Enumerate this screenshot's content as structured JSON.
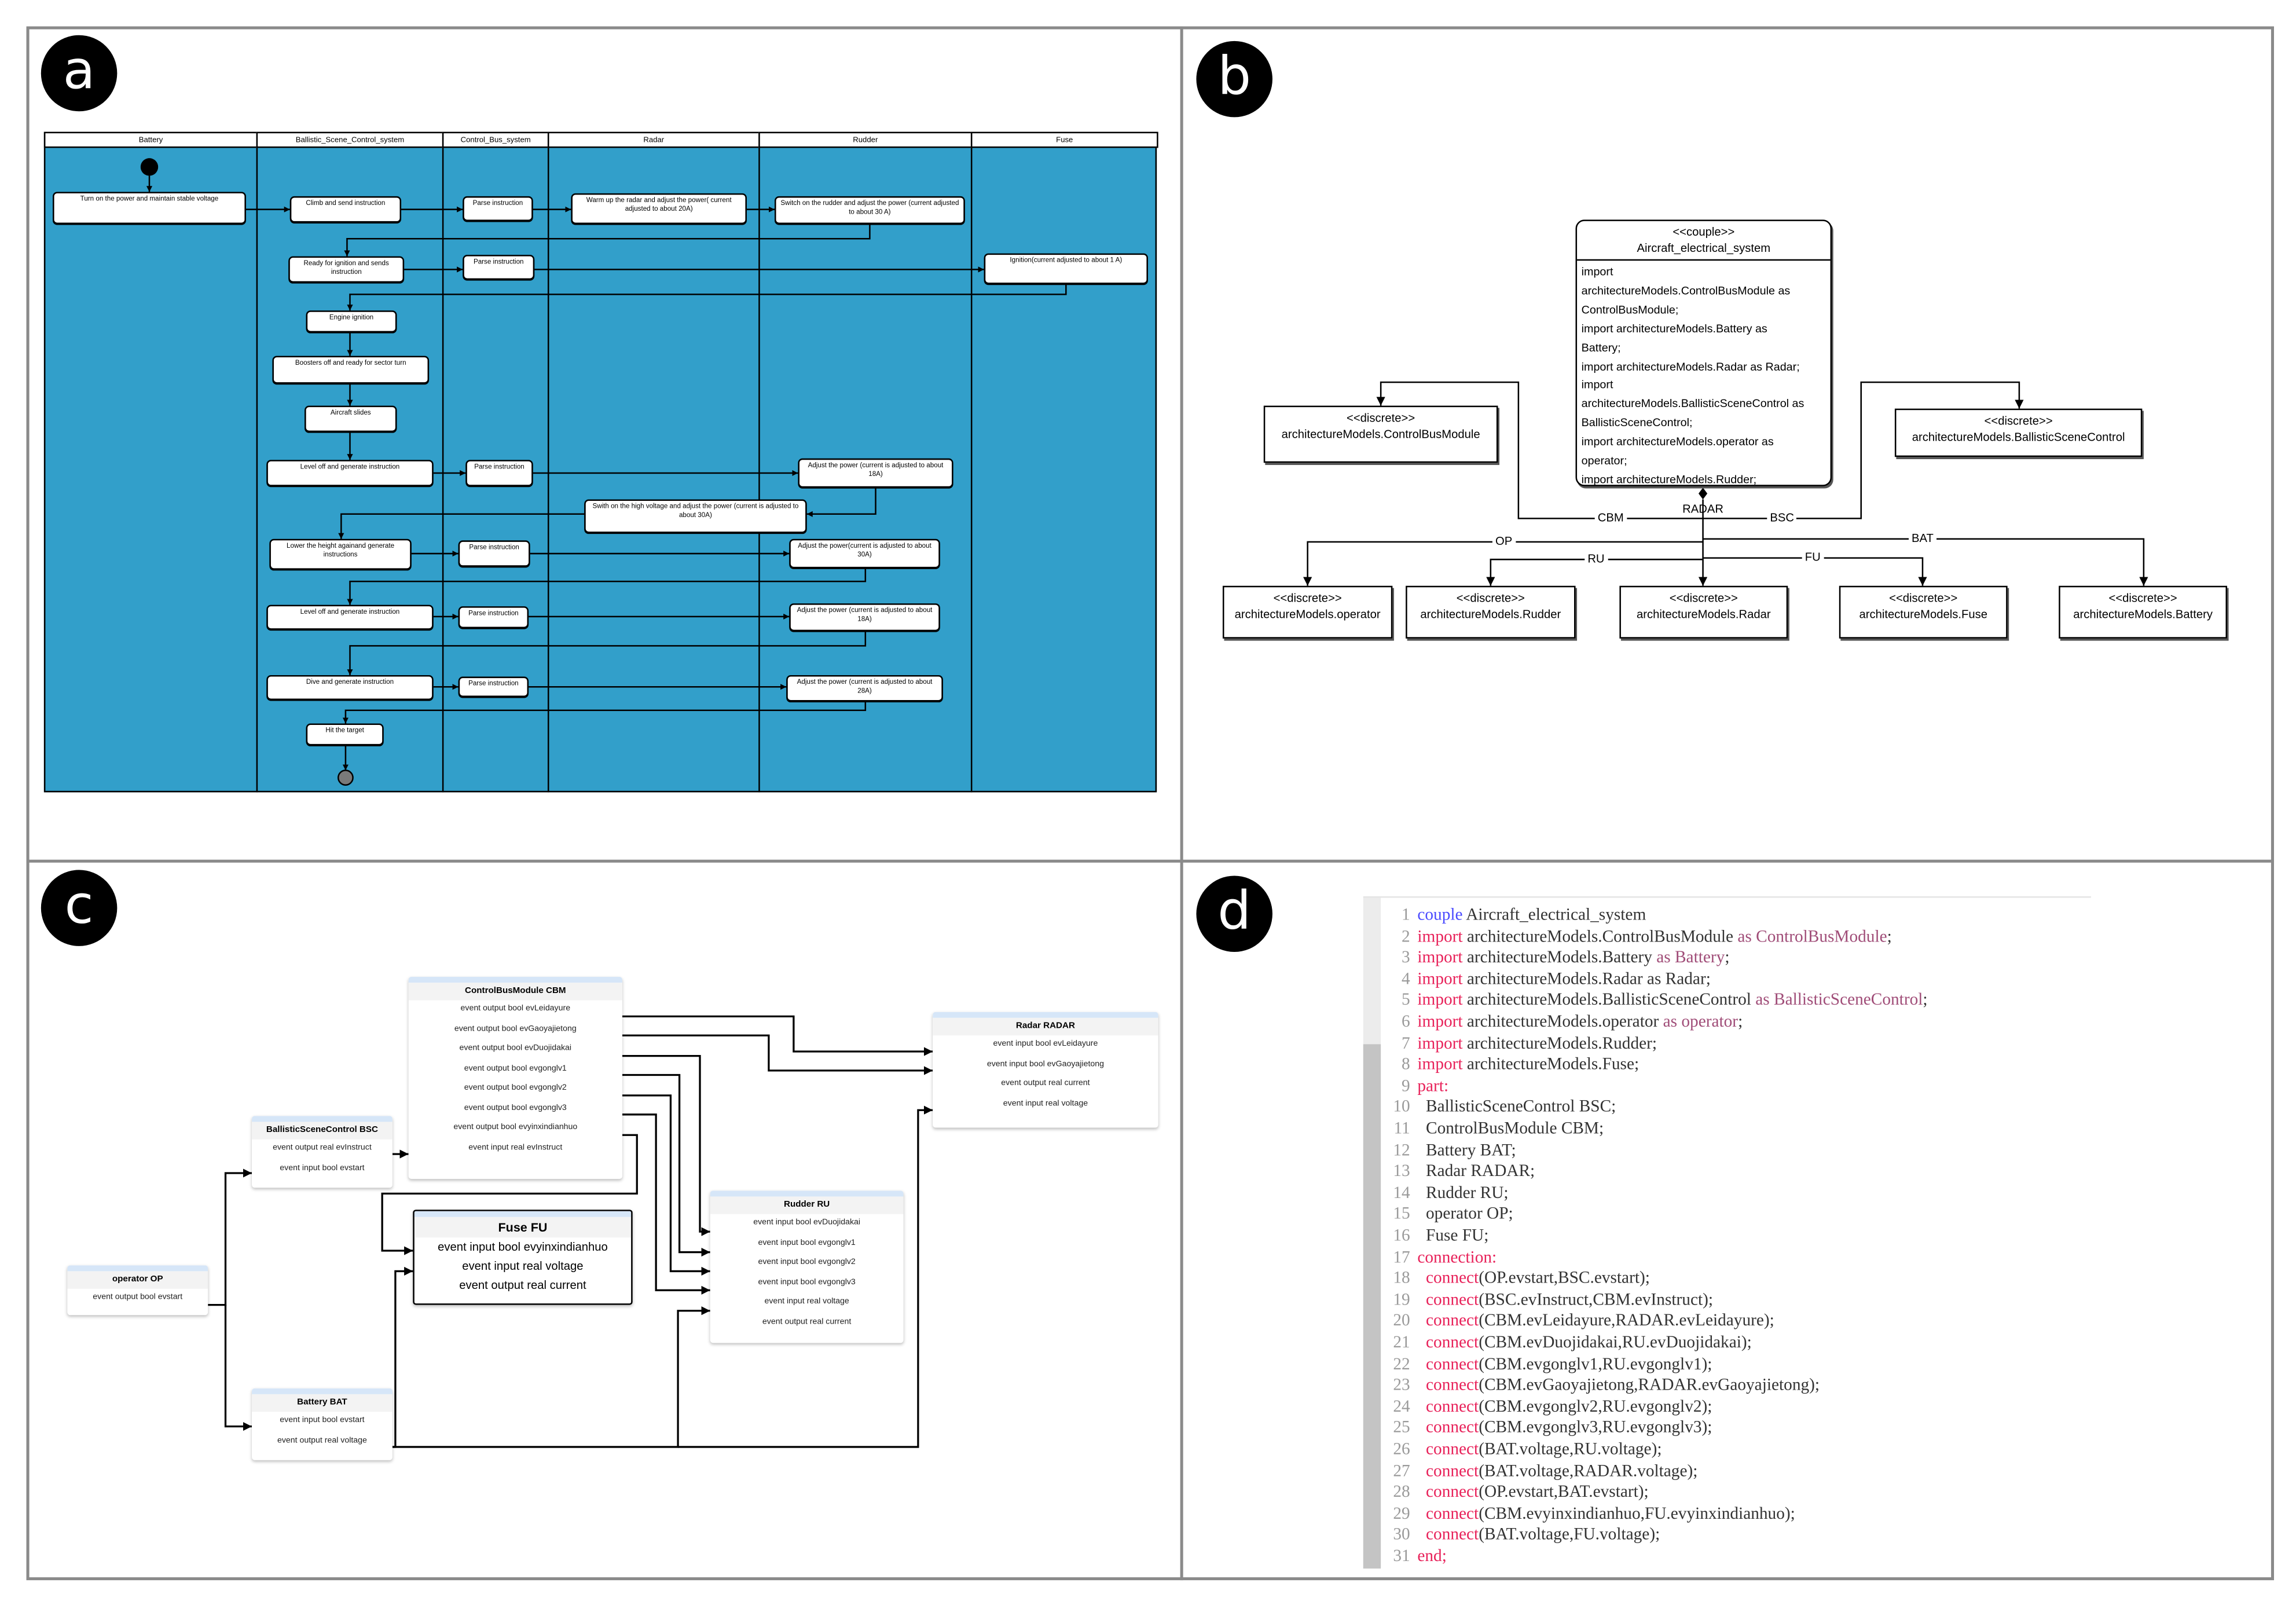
{
  "panel_labels": [
    "a",
    "b",
    "c",
    "d"
  ],
  "panel_a": {
    "lanes": [
      "Battery",
      "Ballistic_Scene_Control_system",
      "Control_Bus_system",
      "Radar",
      "Rudder",
      "Fuse"
    ],
    "lane_color": "#329fca",
    "nodes": [
      "Turn on the power and maintain stable voltage",
      "Climb and send instruction",
      "Parse instruction",
      "Warm up the radar and adjust the power( current adjusted to about 20A)",
      "Switch on the rudder and adjust the power (current adjusted to about 30 A)",
      "Ready for ignition and sends instruction",
      "Parse instruction",
      "Ignition(current adjusted to about 1 A)",
      "Engine ignition",
      "Boosters off and ready for sector turn",
      "Aircraft slides",
      "Level off and generate instruction",
      "Parse instruction",
      "Adjust the power (current is adjusted to about 18A)",
      "Swith on the high voltage and adjust the power (current is adjusted to about 30A)",
      "Lower the height againand generate instructions",
      "Parse instruction",
      "Adjust the power(current is adjusted to about 30A)",
      "Level off and generate instruction",
      "Parse instruction",
      "Adjust the power (current is adjusted to about 18A)",
      "Dive and generate instruction",
      "Parse instruction",
      "Adjust the power (current is adjusted to about 28A)",
      "Hit the target"
    ]
  },
  "panel_b": {
    "main": {
      "stereotype": "<<couple>>",
      "name": "Aircraft_electrical_system",
      "body": [
        "import",
        "architectureModels.ControlBusModule as",
        "ControlBusModule;",
        "import architectureModels.Battery as",
        "Battery;",
        "import architectureModels.Radar as Radar;",
        "import",
        "architectureModels.BallisticSceneControl as",
        "BallisticSceneControl;",
        "import architectureModels.operator as",
        "operator;",
        "import architectureModels.Rudder;"
      ]
    },
    "classes": [
      {
        "stereotype": "<<discrete>>",
        "name": "architectureModels.ControlBusModule"
      },
      {
        "stereotype": "<<discrete>>",
        "name": "architectureModels.BallisticSceneControl"
      },
      {
        "stereotype": "<<discrete>>",
        "name": "architectureModels.operator"
      },
      {
        "stereotype": "<<discrete>>",
        "name": "architectureModels.Rudder"
      },
      {
        "stereotype": "<<discrete>>",
        "name": "architectureModels.Radar"
      },
      {
        "stereotype": "<<discrete>>",
        "name": "architectureModels.Fuse"
      },
      {
        "stereotype": "<<discrete>>",
        "name": "architectureModels.Battery"
      }
    ],
    "roles": [
      "CBM",
      "RADAR",
      "BSC",
      "OP",
      "RU",
      "FU",
      "BAT"
    ]
  },
  "panel_c": {
    "blocks": [
      {
        "title": "ControlBusModule CBM",
        "rows": [
          "event output bool evLeidayure",
          "event output bool evGaoyajietong",
          "event output bool evDuojidakai",
          "event output bool evgonglv1",
          "event output bool evgonglv2",
          "event output bool evgonglv3",
          "event output bool evyinxindianhuo",
          "event input real evInstruct"
        ]
      },
      {
        "title": "BallisticSceneControl BSC",
        "rows": [
          "event output real evInstruct",
          "event input bool evstart"
        ]
      },
      {
        "title": "operator OP",
        "rows": [
          "event output bool evstart"
        ]
      },
      {
        "title": "Battery BAT",
        "rows": [
          "event input bool evstart",
          "event output real voltage"
        ]
      },
      {
        "title": "Fuse FU",
        "rows": [
          "event input bool evyinxindianhuo",
          "event input real voltage",
          "event output real current"
        ]
      },
      {
        "title": "Rudder RU",
        "rows": [
          "event input bool evDuojidakai",
          "event input bool evgonglv1",
          "event input bool evgonglv2",
          "event input bool evgonglv3",
          "event input real voltage",
          "event output real current"
        ]
      },
      {
        "title": "Radar RADAR",
        "rows": [
          "event input bool evLeidayure",
          "event input bool evGaoyajietong",
          "event output real current",
          "event input real voltage"
        ]
      }
    ]
  },
  "panel_d": {
    "colors": {
      "kw_blue": "#4b4bff",
      "kw_red": "#e8225a",
      "as": "#a04d78",
      "text": "#333333",
      "line_number": "#9a9a9a"
    },
    "lines": [
      [
        [
          "couple",
          "kw_blue"
        ],
        [
          " Aircraft_electrical_system",
          "text"
        ]
      ],
      [
        [
          "import",
          "kw_red"
        ],
        [
          " architectureModels.ControlBusModule ",
          "text"
        ],
        [
          "as ControlBusModule",
          "as"
        ],
        [
          ";",
          "text"
        ]
      ],
      [
        [
          "import",
          "kw_red"
        ],
        [
          " architectureModels.Battery ",
          "text"
        ],
        [
          "as Battery",
          "as"
        ],
        [
          ";",
          "text"
        ]
      ],
      [
        [
          "import",
          "kw_red"
        ],
        [
          " architectureModels.Radar as Radar;",
          "text"
        ]
      ],
      [
        [
          "import",
          "kw_red"
        ],
        [
          " architectureModels.BallisticSceneControl ",
          "text"
        ],
        [
          "as BallisticSceneControl",
          "as"
        ],
        [
          ";",
          "text"
        ]
      ],
      [
        [
          "import",
          "kw_red"
        ],
        [
          " architectureModels.operator ",
          "text"
        ],
        [
          "as operator",
          "as"
        ],
        [
          ";",
          "text"
        ]
      ],
      [
        [
          "import",
          "kw_red"
        ],
        [
          " architectureModels.Rudder;",
          "text"
        ]
      ],
      [
        [
          "import",
          "kw_red"
        ],
        [
          " architectureModels.Fuse;",
          "text"
        ]
      ],
      [
        [
          "part:",
          "kw_red"
        ]
      ],
      [
        [
          "  BallisticSceneControl BSC;",
          "text"
        ]
      ],
      [
        [
          "  ControlBusModule CBM;",
          "text"
        ]
      ],
      [
        [
          "  Battery BAT;",
          "text"
        ]
      ],
      [
        [
          "  Radar RADAR;",
          "text"
        ]
      ],
      [
        [
          "  Rudder RU;",
          "text"
        ]
      ],
      [
        [
          "  operator OP;",
          "text"
        ]
      ],
      [
        [
          "  Fuse FU;",
          "text"
        ]
      ],
      [
        [
          "connection:",
          "kw_red"
        ]
      ],
      [
        [
          "  ",
          "text"
        ],
        [
          "connect",
          "kw_red"
        ],
        [
          "(OP.evstart,BSC.evstart);",
          "text"
        ]
      ],
      [
        [
          "  ",
          "text"
        ],
        [
          "connect",
          "kw_red"
        ],
        [
          "(BSC.evInstruct,CBM.evInstruct);",
          "text"
        ]
      ],
      [
        [
          "  ",
          "text"
        ],
        [
          "connect",
          "kw_red"
        ],
        [
          "(CBM.evLeidayure,RADAR.evLeidayure);",
          "text"
        ]
      ],
      [
        [
          "  ",
          "text"
        ],
        [
          "connect",
          "kw_red"
        ],
        [
          "(CBM.evDuojidakai,RU.evDuojidakai);",
          "text"
        ]
      ],
      [
        [
          "  ",
          "text"
        ],
        [
          "connect",
          "kw_red"
        ],
        [
          "(CBM.evgonglv1,RU.evgonglv1);",
          "text"
        ]
      ],
      [
        [
          "  ",
          "text"
        ],
        [
          "connect",
          "kw_red"
        ],
        [
          "(CBM.evGaoyajietong,RADAR.evGaoyajietong);",
          "text"
        ]
      ],
      [
        [
          "  ",
          "text"
        ],
        [
          "connect",
          "kw_red"
        ],
        [
          "(CBM.evgonglv2,RU.evgonglv2);",
          "text"
        ]
      ],
      [
        [
          "  ",
          "text"
        ],
        [
          "connect",
          "kw_red"
        ],
        [
          "(CBM.evgonglv3,RU.evgonglv3);",
          "text"
        ]
      ],
      [
        [
          "  ",
          "text"
        ],
        [
          "connect",
          "kw_red"
        ],
        [
          "(BAT.voltage,RU.voltage);",
          "text"
        ]
      ],
      [
        [
          "  ",
          "text"
        ],
        [
          "connect",
          "kw_red"
        ],
        [
          "(BAT.voltage,RADAR.voltage);",
          "text"
        ]
      ],
      [
        [
          "  ",
          "text"
        ],
        [
          "connect",
          "kw_red"
        ],
        [
          "(OP.evstart,BAT.evstart);",
          "text"
        ]
      ],
      [
        [
          "  ",
          "text"
        ],
        [
          "connect",
          "kw_red"
        ],
        [
          "(CBM.evyinxindianhuo,FU.evyinxindianhuo);",
          "text"
        ]
      ],
      [
        [
          "  ",
          "text"
        ],
        [
          "connect",
          "kw_red"
        ],
        [
          "(BAT.voltage,FU.voltage);",
          "text"
        ]
      ],
      [
        [
          "end;",
          "kw_red"
        ]
      ]
    ]
  }
}
